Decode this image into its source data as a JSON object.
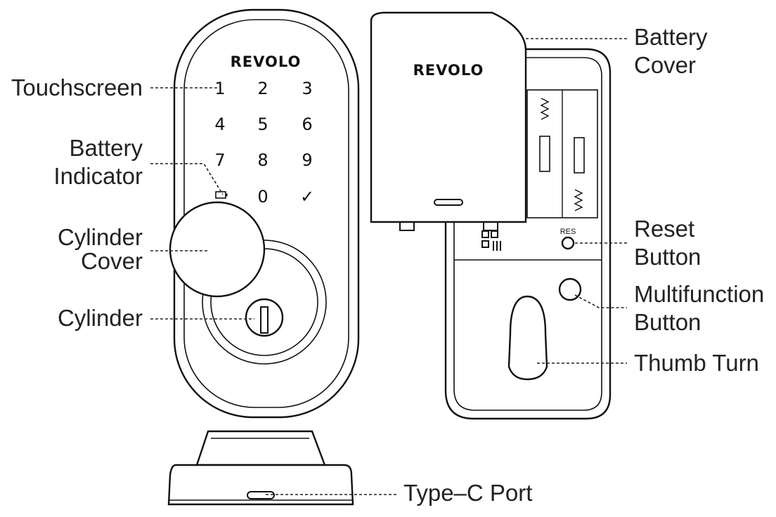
{
  "device": {
    "brand_front": "REVOLO",
    "brand_cover": "REVOLO",
    "keypad": [
      "1",
      "2",
      "3",
      "4",
      "5",
      "6",
      "7",
      "8",
      "9",
      "0",
      "✓"
    ],
    "res_label": "RES"
  },
  "labels": {
    "touchscreen": "Touchscreen",
    "battery_indicator": [
      "Battery",
      "Indicator"
    ],
    "cylinder_cover": [
      "Cylinder",
      "Cover"
    ],
    "cylinder": "Cylinder",
    "battery_cover": [
      "Battery",
      "Cover"
    ],
    "reset_button": [
      "Reset",
      "Button"
    ],
    "multifunction_button": [
      "Multifunction",
      "Button"
    ],
    "thumb_turn": "Thumb Turn",
    "type_c_port": "Type–C Port"
  }
}
